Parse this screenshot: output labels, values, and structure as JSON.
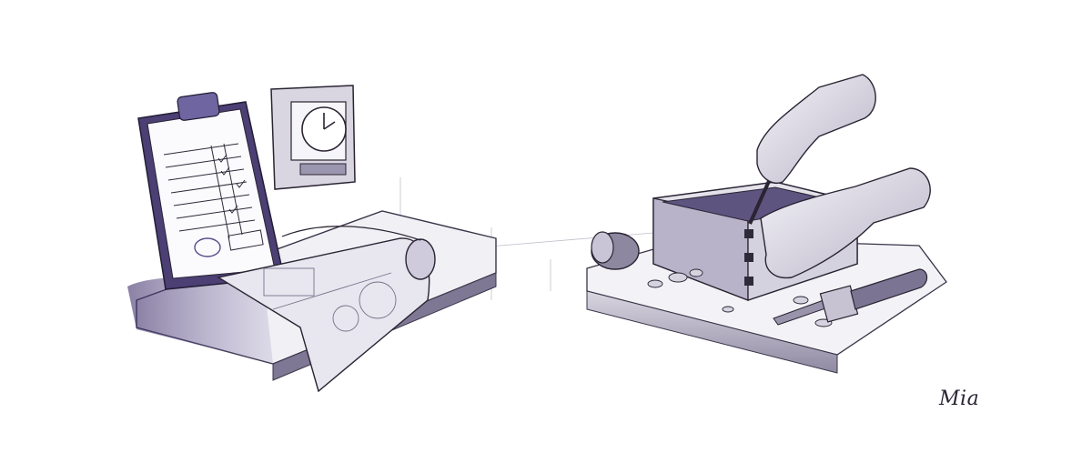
{
  "illustration": {
    "palette": {
      "ink": "#2f2a3a",
      "violet": "#5a4a8a",
      "lavender": "#8f86b8",
      "paper": "#ffffff"
    },
    "left_panel": {
      "subject": "clipboard-checklist-clock-blueprints"
    },
    "right_panel": {
      "subject": "hands-chiseling-dovetail-box"
    }
  },
  "signature": "Mia"
}
